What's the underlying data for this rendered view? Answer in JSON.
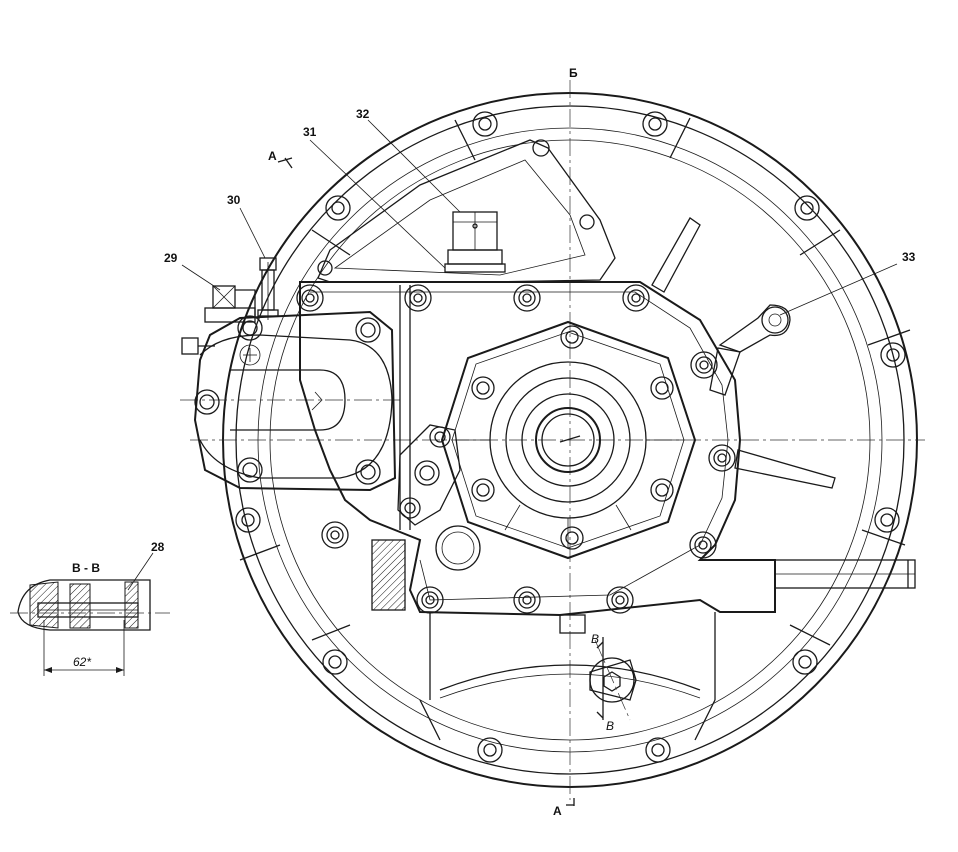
{
  "labels": {
    "part_28": "28",
    "part_29": "29",
    "part_30": "30",
    "part_31": "31",
    "part_32": "32",
    "part_33": "33",
    "section_b_top": "Б",
    "section_a_left": "А",
    "section_a_bottom": "А",
    "section_v_upper": "В",
    "section_v_lower": "В",
    "section_title": "В - В",
    "dimension": "62*"
  }
}
